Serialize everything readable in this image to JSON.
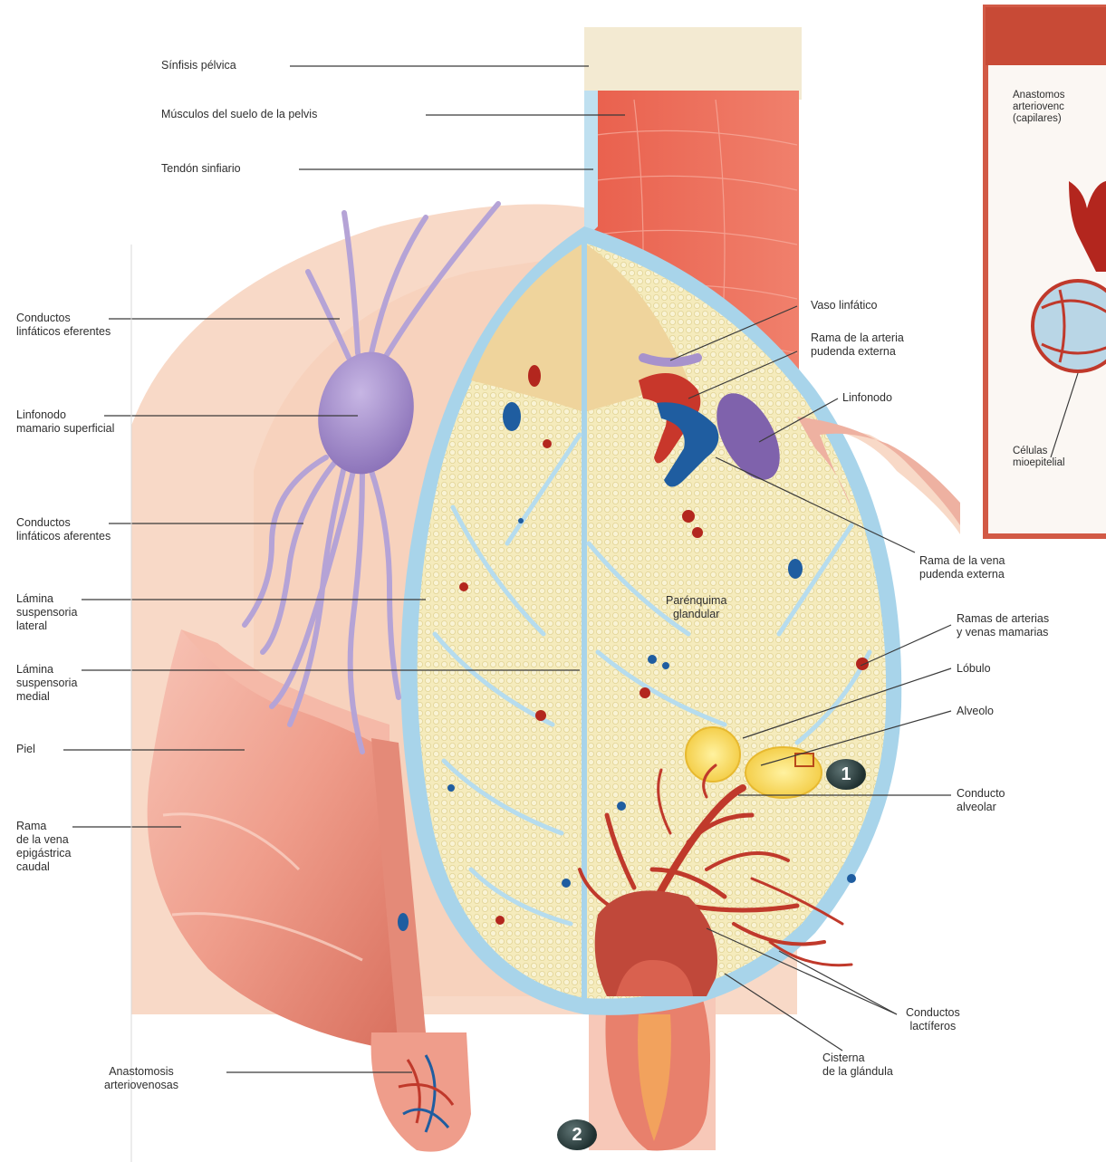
{
  "labels": {
    "sinfisis_pelvica": "Sínfisis pélvica",
    "musculos_suelo_pelvis": "Músculos del suelo de la pelvis",
    "tendon_sinfisiario": "Tendón sinfiario",
    "conductos_linfaticos_eferentes": "Conductos\nlinfáticos eferentes",
    "linfonodo_mamario_superficial": "Linfonodo\nmamario superficial",
    "conductos_linfaticos_aferentes": "Conductos\nlinfáticos aferentes",
    "lamina_suspensoria_lateral": "Lámina\nsuspensoria\nlateral",
    "lamina_suspensoria_medial": "Lámina\nsuspensoria\nmedial",
    "piel": "Piel",
    "rama_vena_epigastrica": "Rama\nde la vena\nepigástrica\ncaudal",
    "anastomosis_arteriovenosas": "Anastomosis\narteriovenosas",
    "vaso_linfatico": "Vaso linfático",
    "rama_arteria_pudenda": "Rama de la arteria\npudenda externa",
    "linfonodo": "Linfonodo",
    "rama_vena_pudenda": "Rama de la vena\npudenda externa",
    "parenquima_glandular": "Parénquima\nglandular",
    "ramas_arterias_venas_mamarias": "Ramas de arterias\ny venas mamarias",
    "lobulo": "Lóbulo",
    "alveolo": "Alveolo",
    "conducto_alveolar": "Conducto\nalveolar",
    "conductos_lactiferos": "Conductos\nlactíferos",
    "cisterna_glandula": "Cisterna\nde la glándula"
  },
  "inset": {
    "anastomosis": "Anastomos\narteriovenc\n(capilares)",
    "celulas": "Células\nmioepitelial"
  },
  "badges": {
    "one": "1",
    "two": "2"
  },
  "colors": {
    "muscle": "#e8604e",
    "bone": "#f3ead2",
    "parenchyma": "#f5eab8",
    "skin": "#f0a696",
    "lymph": "#a792cc",
    "ducts": "#c0392b",
    "septa": "#a8d4ea",
    "inset_header": "#c84a36"
  }
}
